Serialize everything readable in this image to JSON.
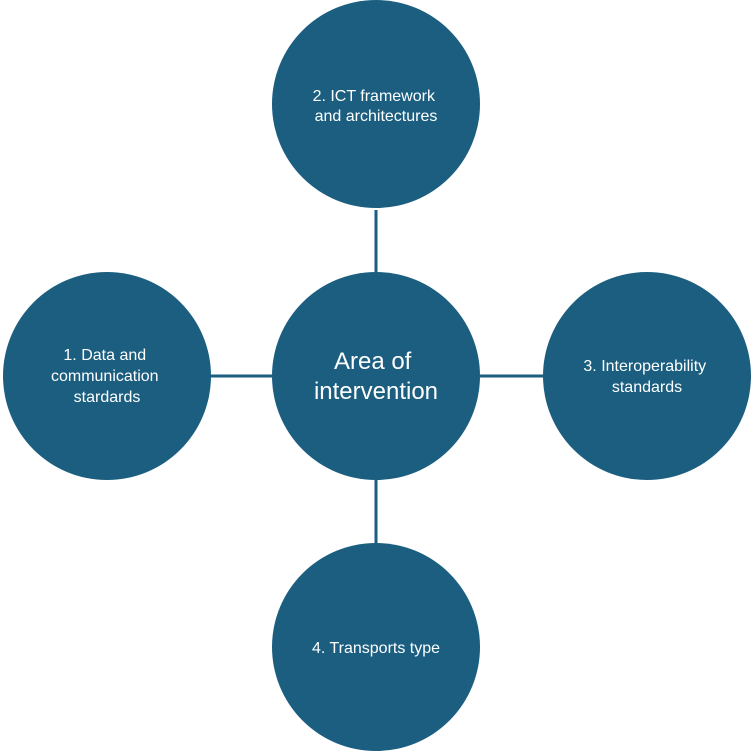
{
  "colors": {
    "node_fill": "#1b5e80",
    "connector": "#1b5e80",
    "label_text": "#ffffff",
    "background": "#ffffff"
  },
  "center": {
    "line1": "Area of",
    "line2": "intervention"
  },
  "nodes": {
    "top": {
      "line1": "2. ICT framework",
      "line2": "and architectures"
    },
    "left": {
      "line1": "1. Data and",
      "line2": "communication",
      "line3": "stardards"
    },
    "right": {
      "line1": "3. Interoperability",
      "line2": "standards"
    },
    "bottom": {
      "line1": "4. Transports type"
    }
  }
}
